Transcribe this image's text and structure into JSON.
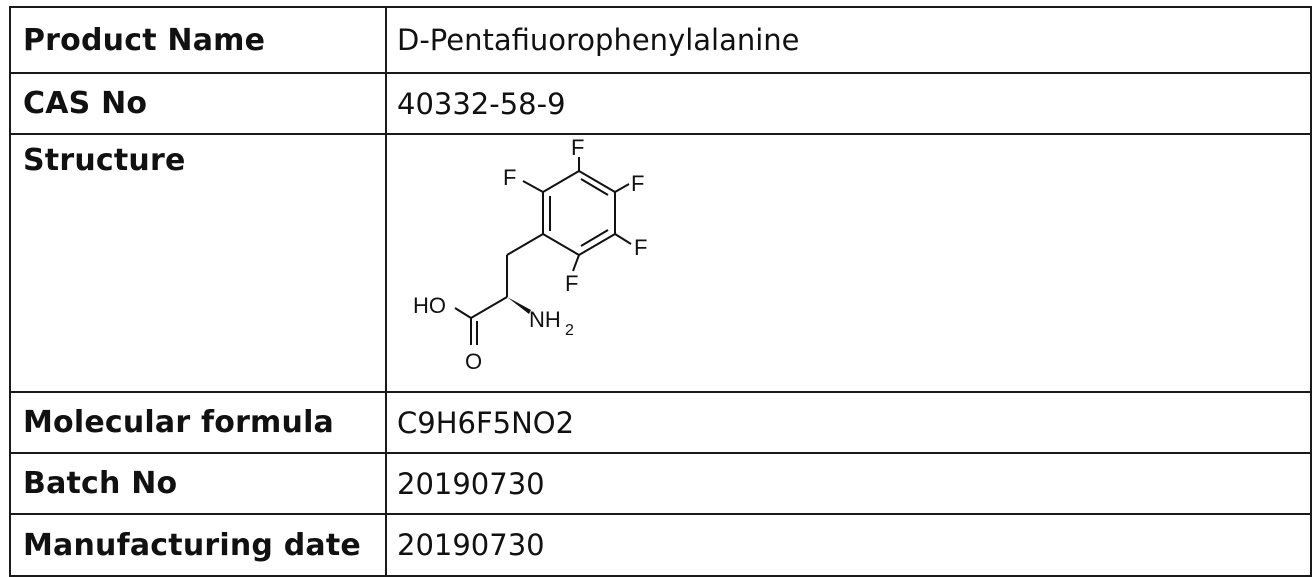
{
  "rows": [
    {
      "label": "Product Name",
      "value": "D-Pentafiuorophenylalanine"
    },
    {
      "label": "CAS No",
      "value": "40332-58-9"
    },
    {
      "label": "Structure"
    },
    {
      "label": "Molecular formula",
      "value": "C9H6F5NO2"
    },
    {
      "label": "Batch No",
      "value": "20190730"
    },
    {
      "label": "Manufacturing date",
      "value": "20190730"
    }
  ],
  "structure": {
    "atoms": [
      "F",
      "F",
      "F",
      "F",
      "F",
      "HO",
      "NH",
      "2",
      "O"
    ]
  }
}
